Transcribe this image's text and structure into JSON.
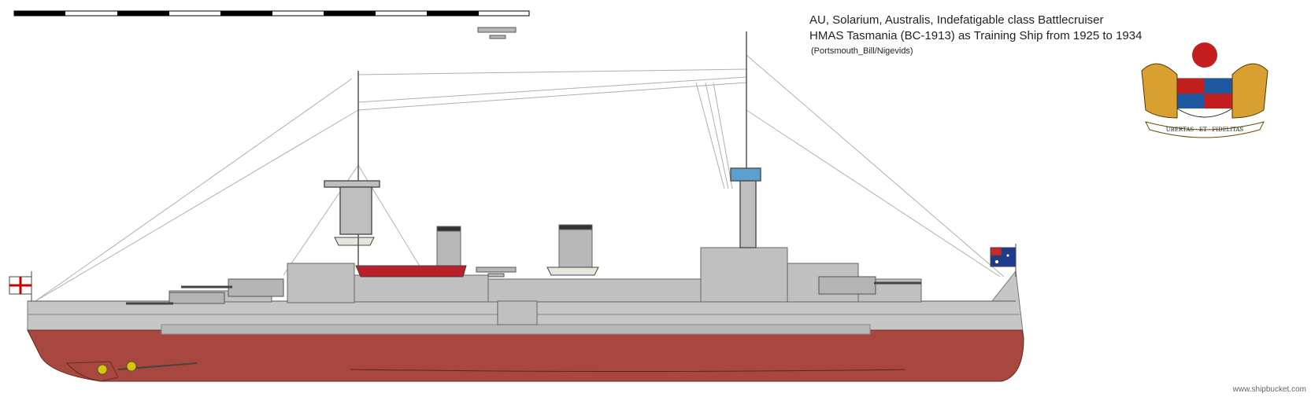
{
  "caption": {
    "line1": "AU, Solarium, Australis, Indefatigable class Battlecruiser",
    "line2": "HMAS Tasmania (BC-1913) as Training Ship from 1925 to 1934",
    "credit": "(Portsmouth_Bill/Nigevids)"
  },
  "crest": {
    "motto": "UBERTAS · ET · FIDELITAS"
  },
  "watermark": "www.shipbucket.com",
  "colors": {
    "hull_grey": "#c6c6c6",
    "hull_red": "#a8473f",
    "superstructure_grey": "#c0c0c0",
    "boat_red": "#b8202a",
    "deck_line": "#777777"
  }
}
